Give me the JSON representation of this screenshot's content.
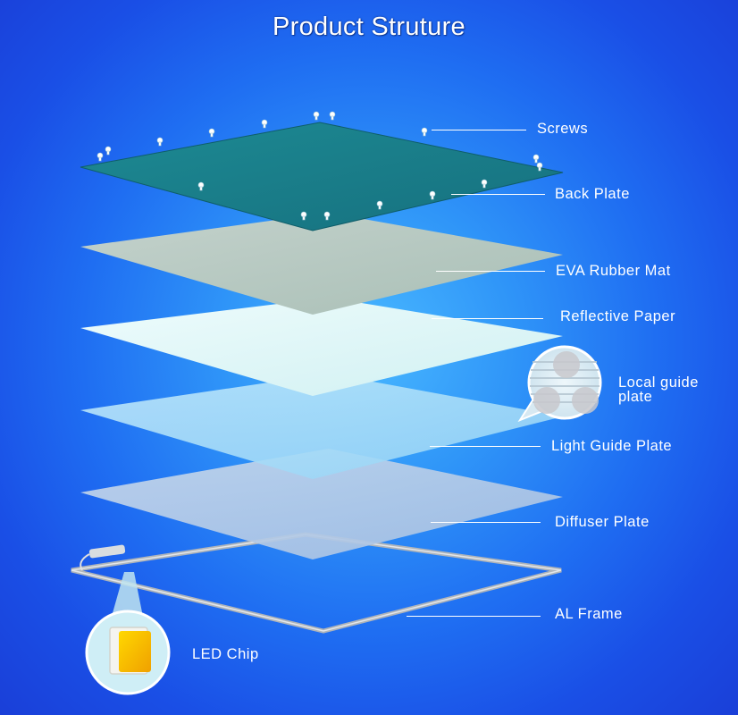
{
  "title": "Product Struture",
  "layers": {
    "screws": "Screws",
    "back_plate": "Back Plate",
    "eva_rubber_mat": "EVA Rubber Mat",
    "reflective_paper": "Reflective Paper",
    "light_guide_plate": "Light Guide Plate",
    "diffuser_plate": "Diffuser Plate",
    "al_frame": "AL Frame"
  },
  "callouts": {
    "local_guide_plate_line1": "Local guide",
    "local_guide_plate_line2": "plate",
    "led_chip": "LED Chip"
  },
  "colors": {
    "back_plate": "#1f7f8f",
    "eva_mat": "#b5c7c0",
    "reflective_paper": "#e0f8f8",
    "light_guide_plate": "#a9dcf8",
    "diffuser_plate": "#b8cfe8",
    "al_frame": "#c9cdd2",
    "led_chip": "#f2b000"
  }
}
